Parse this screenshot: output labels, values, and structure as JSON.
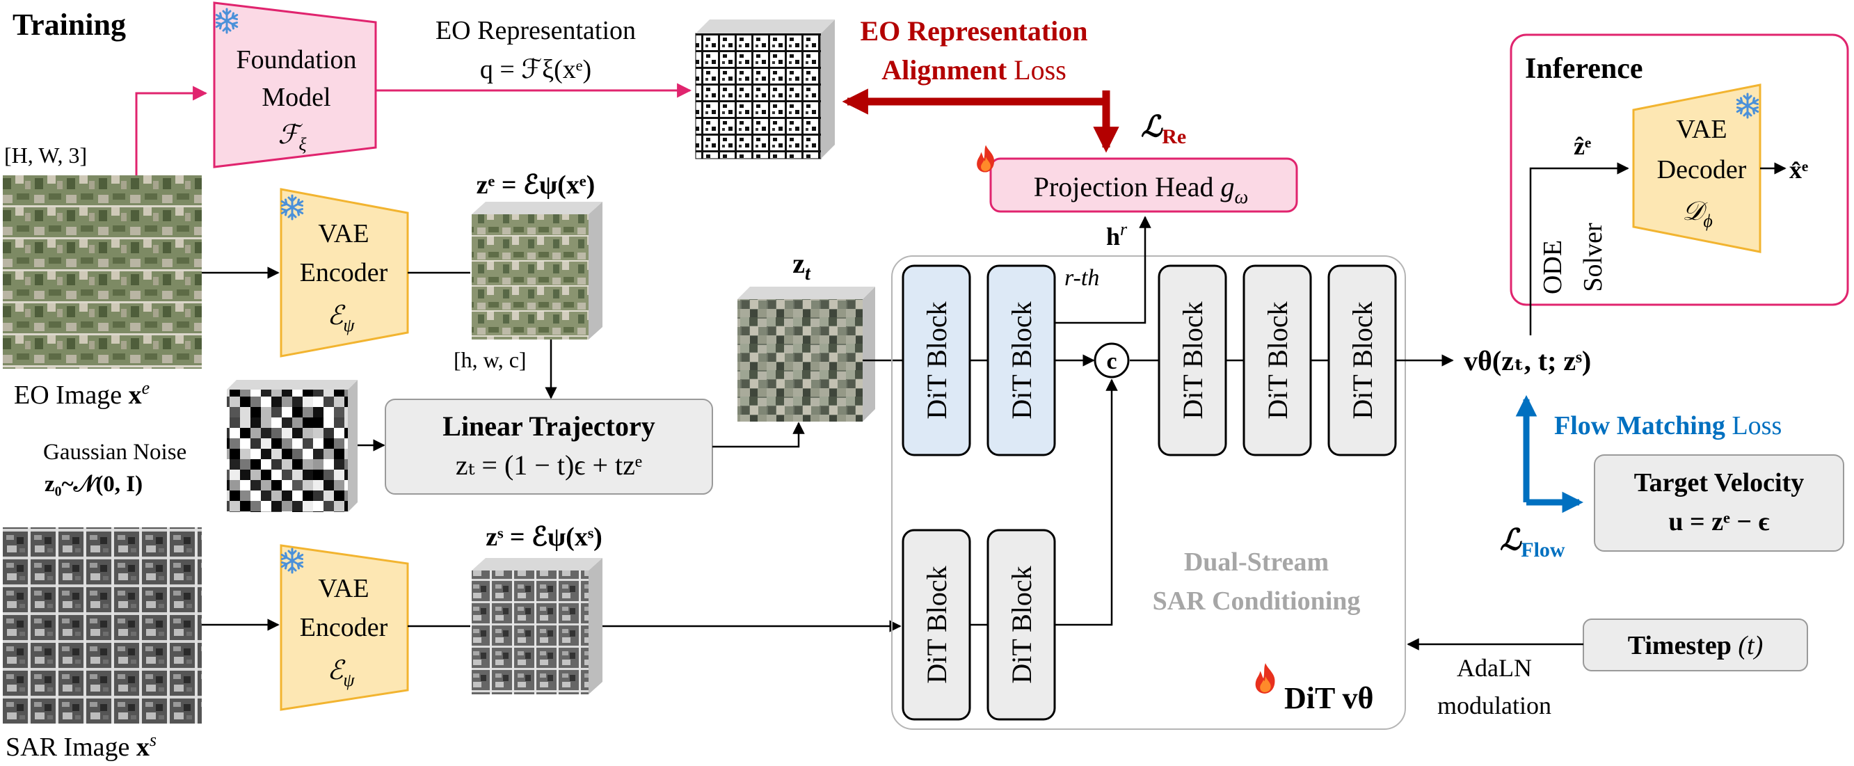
{
  "training_label": "Training",
  "inference_label": "Inference",
  "eo_image_label": "EO Image",
  "eo_image_sym": "x",
  "eo_image_sup": "e",
  "eo_dims": "[H, W, 3]",
  "sar_image_label": "SAR Image",
  "sar_image_sym": "x",
  "sar_image_sup": "s",
  "noise_label": "Gaussian Noise",
  "noise_formula": "z₀~𝒩(0, I)",
  "foundation": {
    "line1": "Foundation",
    "line2": "Model",
    "sym": "ℱ",
    "sub": "ξ"
  },
  "eo_repr": {
    "title": "EO Representation",
    "formula": "q = ℱξ(xᵉ)"
  },
  "repr_loss": {
    "line1": "EO Representation",
    "line2_bold": "Alignment",
    "line2_rest": " Loss",
    "symbol": "ℒ",
    "sub": "Re"
  },
  "proj_head": {
    "label": "Projection Head",
    "sym": "g",
    "sub": "ω"
  },
  "vae_enc_eo": {
    "line1": "VAE",
    "line2": "Encoder",
    "sym": "ℰ",
    "sub": "ψ"
  },
  "vae_enc_sar": {
    "line1": "VAE",
    "line2": "Encoder",
    "sym": "ℰ",
    "sub": "ψ"
  },
  "ze_formula": "zᵉ = ℰψ(xᵉ)",
  "zs_formula": "zˢ = ℰψ(xˢ)",
  "latent_dims": "[h, w, c]",
  "zt_label": "z",
  "zt_sub": "t",
  "linear_traj": {
    "title": "Linear Trajectory",
    "formula": "zₜ = (1 − t)ϵ + tzᵉ"
  },
  "dit_block_label": "DiT Block",
  "rth_label": "r-th",
  "hr_label": "h",
  "hr_sup": "r",
  "concat_symbol": "c",
  "dual_stream": {
    "line1": "Dual-Stream",
    "line2": "SAR Conditioning"
  },
  "dit_label": "DiT vθ",
  "velocity_output": "vθ(zₜ, t; zˢ)",
  "flow_loss": {
    "bold": "Flow Matching",
    "rest": " Loss",
    "symbol": "ℒ",
    "sub": "Flow"
  },
  "target_velocity": {
    "title": "Target Velocity",
    "formula": "u = zᵉ − ϵ"
  },
  "timestep": {
    "label": "Timestep",
    "sym": "(t)"
  },
  "adaln": {
    "line1": "AdaLN",
    "line2": "modulation"
  },
  "ode_solver": {
    "line1": "ODE",
    "line2": "Solver"
  },
  "vae_dec": {
    "line1": "VAE",
    "line2": "Decoder",
    "sym": "𝒟",
    "sub": "ϕ"
  },
  "zhat_label": "ẑᵉ",
  "xhat_label": "x̂ᵉ",
  "icons": {
    "frozen": "snowflake-icon",
    "trainable": "flame-icon"
  },
  "colors": {
    "pink": "#e0246e",
    "pink_fill": "#fbd9e5",
    "yellow_border": "#f2b430",
    "yellow_fill": "#fde7b3",
    "dark_red": "#b30000",
    "blue": "#0070c0",
    "dit_blue": "#dde9f6",
    "dit_gray": "#ececec",
    "gray_text": "#a6a6a6"
  }
}
